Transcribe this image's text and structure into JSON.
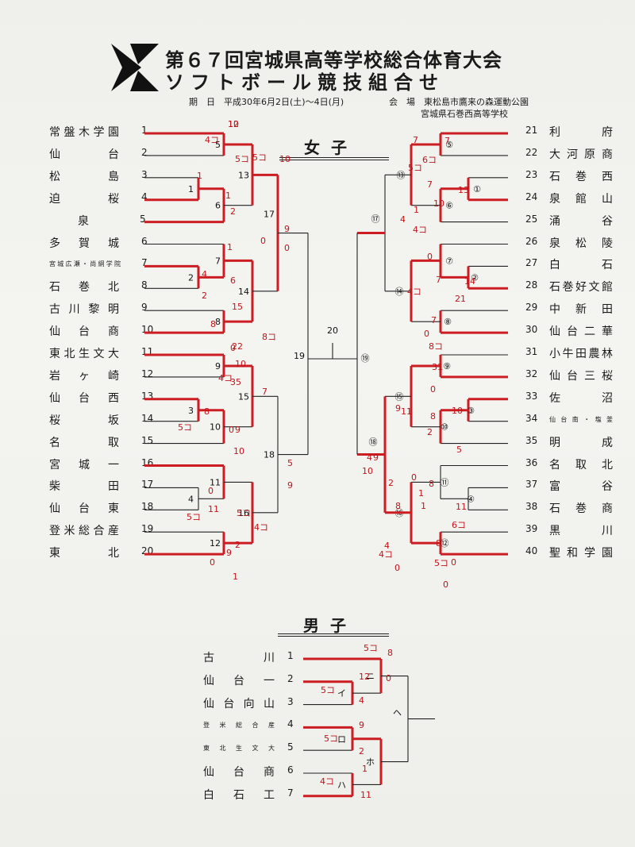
{
  "header": {
    "title_line1": "第６７回宮城県高等学校総合体育大会",
    "title_line2": "ソフトボール競技組合せ",
    "dates": "期　日　平成30年6月2日(土)～4日(月)",
    "venue_label": "会　場　東松島市鷹来の森運動公園",
    "venue_2": "宮城県石巻西高等学校"
  },
  "women": {
    "title": "女子",
    "left_teams": [
      {
        "name": "常盤木学園",
        "no": "1"
      },
      {
        "name": "仙台",
        "no": "2"
      },
      {
        "name": "松島",
        "no": "3"
      },
      {
        "name": "迫桜",
        "no": "4"
      },
      {
        "name": "泉",
        "no": "5"
      },
      {
        "name": "多賀城",
        "no": "6"
      },
      {
        "name": "宮城広瀬・尚絅学院",
        "no": "7"
      },
      {
        "name": "石巻北",
        "no": "8"
      },
      {
        "name": "古川黎明",
        "no": "9"
      },
      {
        "name": "仙台商",
        "no": "10"
      },
      {
        "name": "東北生文大",
        "no": "11"
      },
      {
        "name": "岩ヶ崎",
        "no": "12"
      },
      {
        "name": "仙台西",
        "no": "13"
      },
      {
        "name": "桜坂",
        "no": "14"
      },
      {
        "name": "名取",
        "no": "15"
      },
      {
        "name": "宮城一",
        "no": "16"
      },
      {
        "name": "柴田",
        "no": "17"
      },
      {
        "name": "仙台東",
        "no": "18"
      },
      {
        "name": "登米総合産",
        "no": "19"
      },
      {
        "name": "東北",
        "no": "20"
      }
    ],
    "right_teams": [
      {
        "name": "利府",
        "no": "21"
      },
      {
        "name": "大河原商",
        "no": "22"
      },
      {
        "name": "石巻西",
        "no": "23"
      },
      {
        "name": "泉館山",
        "no": "24"
      },
      {
        "name": "涌谷",
        "no": "25"
      },
      {
        "name": "泉松陵",
        "no": "26"
      },
      {
        "name": "白石",
        "no": "27"
      },
      {
        "name": "石巻好文館",
        "no": "28"
      },
      {
        "name": "中新田",
        "no": "29"
      },
      {
        "name": "仙台二華",
        "no": "30"
      },
      {
        "name": "小牛田農林",
        "no": "31"
      },
      {
        "name": "仙台三桜",
        "no": "32"
      },
      {
        "name": "佐沼",
        "no": "33"
      },
      {
        "name": "仙台南・塩釜",
        "no": "34"
      },
      {
        "name": "明成",
        "no": "35"
      },
      {
        "name": "名取北",
        "no": "36"
      },
      {
        "name": "富谷",
        "no": "37"
      },
      {
        "name": "石巻商",
        "no": "38"
      },
      {
        "name": "黒川",
        "no": "39"
      },
      {
        "name": "聖和学園",
        "no": "40"
      }
    ],
    "game_labels": [
      "1",
      "2",
      "3",
      "4",
      "5",
      "6",
      "7",
      "8",
      "9",
      "10",
      "11",
      "12",
      "13",
      "14",
      "15",
      "16",
      "17",
      "18",
      "19",
      "20"
    ],
    "circled_labels": [
      "①",
      "②",
      "③",
      "④",
      "⑤",
      "⑥",
      "⑦",
      "⑧",
      "⑨",
      "⑩",
      "⑪",
      "⑫",
      "⑬",
      "⑭",
      "⑮",
      "⑯",
      "⑰",
      "⑱",
      "⑲"
    ],
    "scores": [
      "12",
      "4コ",
      "5コ",
      "10",
      "1",
      "1",
      "2",
      "5コ",
      "9",
      "1",
      "6",
      "4",
      "0",
      "2",
      "15",
      "0",
      "8",
      "8コ",
      "22",
      "0",
      "10",
      "35",
      "4コ",
      "7",
      "8",
      "5コ",
      "0",
      "9",
      "10",
      "5",
      "0",
      "9",
      "5コ",
      "11",
      "5コ",
      "2",
      "1",
      "9",
      "0",
      "4コ",
      "7",
      "7",
      "6コ",
      "5コ",
      "7",
      "10",
      "13",
      "1",
      "4コ",
      "4",
      "0",
      "7",
      "14",
      "4コ",
      "21",
      "7",
      "0",
      "8コ",
      "31",
      "11",
      "0",
      "9",
      "2",
      "10",
      "8",
      "5",
      "4",
      "8",
      "11",
      "6コ",
      "0",
      "2",
      "4",
      "8",
      "5コ",
      "0",
      "0",
      "4コ",
      "9",
      "10",
      "1",
      "1",
      "8",
      "0",
      "10"
    ]
  },
  "men": {
    "title": "男子",
    "teams": [
      {
        "name": "古川",
        "no": "1"
      },
      {
        "name": "仙台一",
        "no": "2"
      },
      {
        "name": "仙台向山",
        "no": "3"
      },
      {
        "name": "登米総合産",
        "no": "4"
      },
      {
        "name": "東北生文大",
        "no": "5"
      },
      {
        "name": "仙台商",
        "no": "6"
      },
      {
        "name": "白石工",
        "no": "7"
      }
    ],
    "game_labels": [
      "イ",
      "ロ",
      "ハ",
      "ニ",
      "ホ",
      "ヘ"
    ],
    "scores": [
      "5コ",
      "8",
      "12",
      "0",
      "5コ",
      "4",
      "9",
      "5コ",
      "2",
      "1",
      "4コ",
      "11"
    ]
  }
}
